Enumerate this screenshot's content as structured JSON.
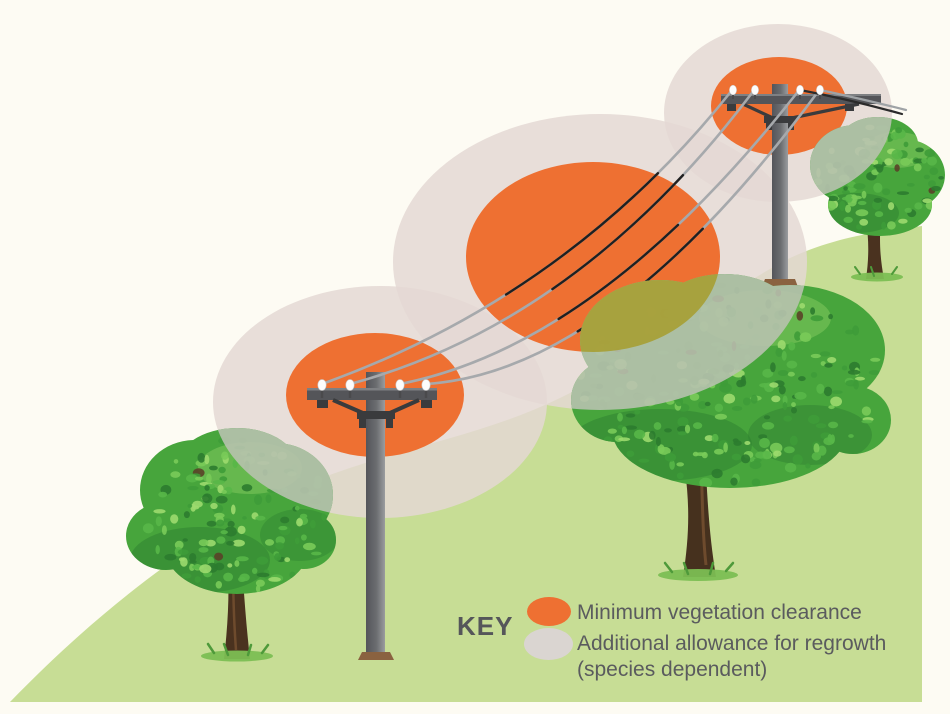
{
  "key": {
    "heading": "KEY",
    "items": [
      {
        "id": "minimum-clearance",
        "label": "Minimum vegetation clearance",
        "swatch_color": "#EE7032",
        "swatch_shape": "ellipse"
      },
      {
        "id": "regrowth-allowance",
        "label": "Additional allowance for regrowth (species dependent)",
        "label_line1": "Additional allowance for regrowth",
        "label_line2": "(species dependent)",
        "swatch_color": "#DAD5D1",
        "swatch_shape": "ellipse"
      }
    ]
  },
  "scene": {
    "description": "Illustration of a powerline corridor on a hillside: orange ellipses mark the minimum vegetation clearance around conductors and poles, grey ellipses mark the additional allowance for regrowth; tree crowns are shown trimmed (grey-green / olive) where they enter the zones.",
    "power_pole_count": 3,
    "conductor_count": 4,
    "tree_count": 3
  },
  "colors": {
    "background": "#FDFBF3",
    "hillside_green": "#C7DD95",
    "clearance_orange": "#EE7032",
    "allowance_grey": "#DAD5D1",
    "foliage_green": "#47A53C",
    "trimmed_foliage_grey_green": "#B7C2AE",
    "trimmed_foliage_olive": "#A79F36",
    "pole_grey": "#6B6D70",
    "wire_grey": "#A6A9AC",
    "wire_black": "#202020",
    "text_grey": "#55565A",
    "trunk_brown": "#4A321F"
  }
}
